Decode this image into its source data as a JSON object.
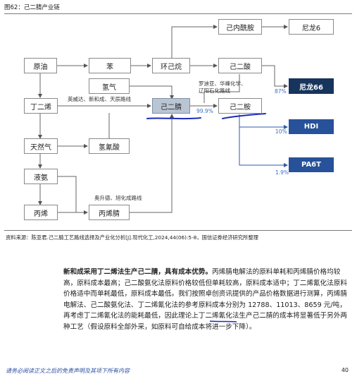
{
  "figure": {
    "title": "图62：己二腈产业链",
    "nodes": {
      "yuanyou": "原油",
      "ben": "苯",
      "huanjiwan": "环己烷",
      "jineixianan": "己内酰胺",
      "nilong6": "尼龙6",
      "jiersuan": "己二酸",
      "nilong66": "尼龙66",
      "qingqi": "氢气",
      "dingerxi": "丁二烯",
      "jierjing": "己二腈",
      "jieran": "己二胺",
      "hdi": "HDI",
      "tianranqi": "天然气",
      "qingqingsuan": "氢氰酸",
      "pa6t": "PA6T",
      "yean": "液氨",
      "bingxi": "丙烯",
      "bingxijing": "丙烯腈"
    },
    "labels": {
      "route_butadiene": "英威达、新和成、天辰路线",
      "route_adipic": "罗迪亚、华峰化学、\n辽阳石化路线",
      "route_acrylonitrile": "奥升德、旭化成路线"
    },
    "percents": {
      "yield": "99.9%",
      "nylon66": "87%",
      "hdi": "10%",
      "pa6t": "1.9%"
    }
  },
  "source": "资料来源：陈亚君.己二腈工艺路线选择及产业化分析[J].现代化工,2024,44(06):5-8，国信证券经济研究所整理",
  "paragraph": {
    "lead": "新和成采用丁二烯法生产己二腈，具有成本优势。",
    "body": "丙烯腈电解法的原料单耗和丙烯腈价格均较高，原料成本最高；己二酸氨化法原料价格较低但单耗较高，原料成本适中；丁二烯氰化法原料价格适中而单耗最低，原料成本最低。我们按照卓创资讯提供的产品价格数据进行测算，丙烯腈电解法、己二酸氨化法、丁二烯氰化法的参考原料成本分别为 12788、11013、8659 元/吨，再考虑丁二烯氰化法的能耗最低，因此理论上丁二烯氰化法生产己二腈的成本将显著低于另外两种工艺（假设原料全部外采，如原料可自给成本将进一步下降）。"
  },
  "footer": {
    "disclaimer": "请务必阅读正文之后的免责声明及其项下所有内容",
    "page": "40"
  },
  "colors": {
    "highlight": "#b9c5d3",
    "dark_box": "#17345c",
    "mid_box": "#27529a",
    "percent": "#3c6fc0",
    "pen": "#1d2bb8"
  }
}
